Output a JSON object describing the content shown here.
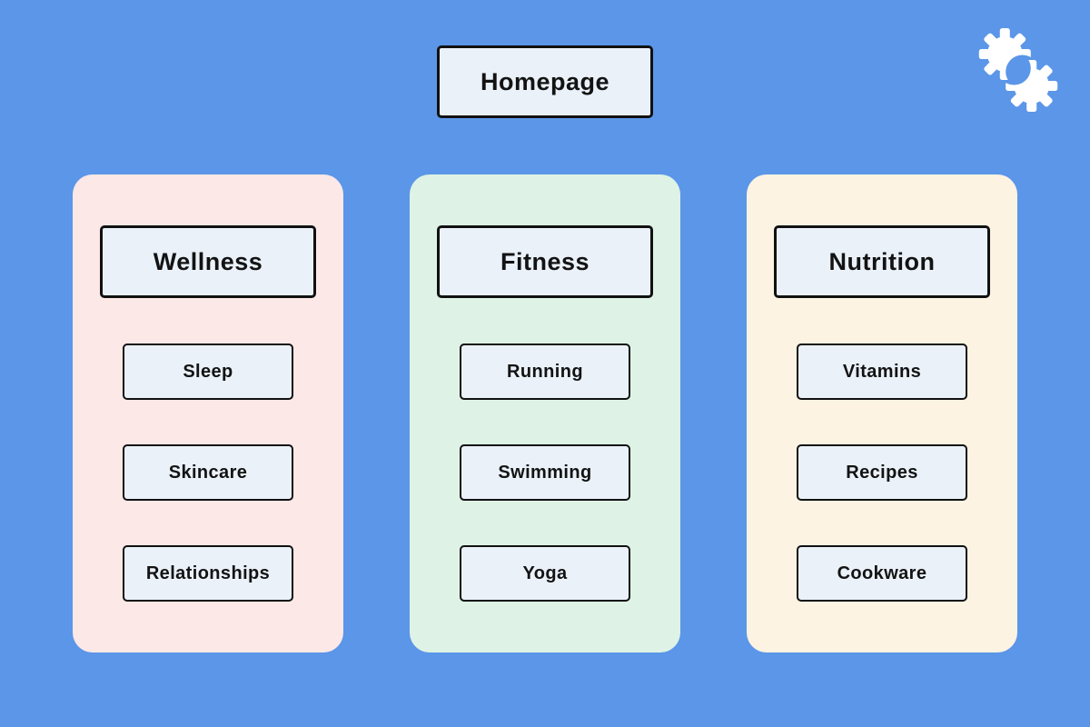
{
  "canvas": {
    "background": "#5B96E8"
  },
  "root": {
    "label": "Homepage"
  },
  "logo": {
    "icon": "interlocking-gears-icon",
    "color": "#FFFFFF"
  },
  "node_style": {
    "fill": "#EAF1F9",
    "border": "#111111"
  },
  "columns": [
    {
      "title": "Wellness",
      "bg": "#FCE8E6",
      "items": [
        "Sleep",
        "Skincare",
        "Relationships"
      ]
    },
    {
      "title": "Fitness",
      "bg": "#DEF3E5",
      "items": [
        "Running",
        "Swimming",
        "Yoga"
      ]
    },
    {
      "title": "Nutrition",
      "bg": "#FCF3E2",
      "items": [
        "Vitamins",
        "Recipes",
        "Cookware"
      ]
    }
  ]
}
